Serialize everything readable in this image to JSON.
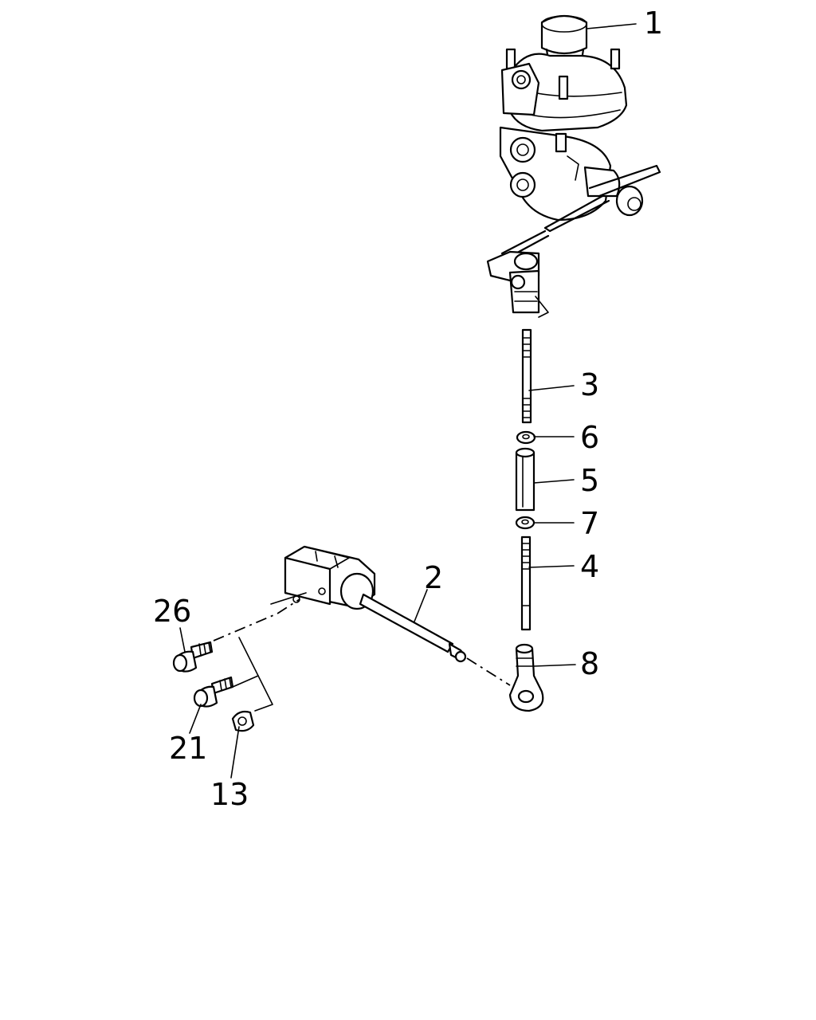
{
  "parts": [
    {
      "id": "valve",
      "label": "1"
    },
    {
      "id": "arm-assembly",
      "label": "2"
    },
    {
      "id": "rod-upper",
      "label": "3"
    },
    {
      "id": "rod-lower",
      "label": "4"
    },
    {
      "id": "sleeve",
      "label": "5"
    },
    {
      "id": "nut-upper",
      "label": "6"
    },
    {
      "id": "nut-lower",
      "label": "7"
    },
    {
      "id": "rod-end",
      "label": "8"
    },
    {
      "id": "flange-nut",
      "label": "13"
    },
    {
      "id": "bolt-lower",
      "label": "21"
    },
    {
      "id": "bolt-upper",
      "label": "26"
    }
  ]
}
